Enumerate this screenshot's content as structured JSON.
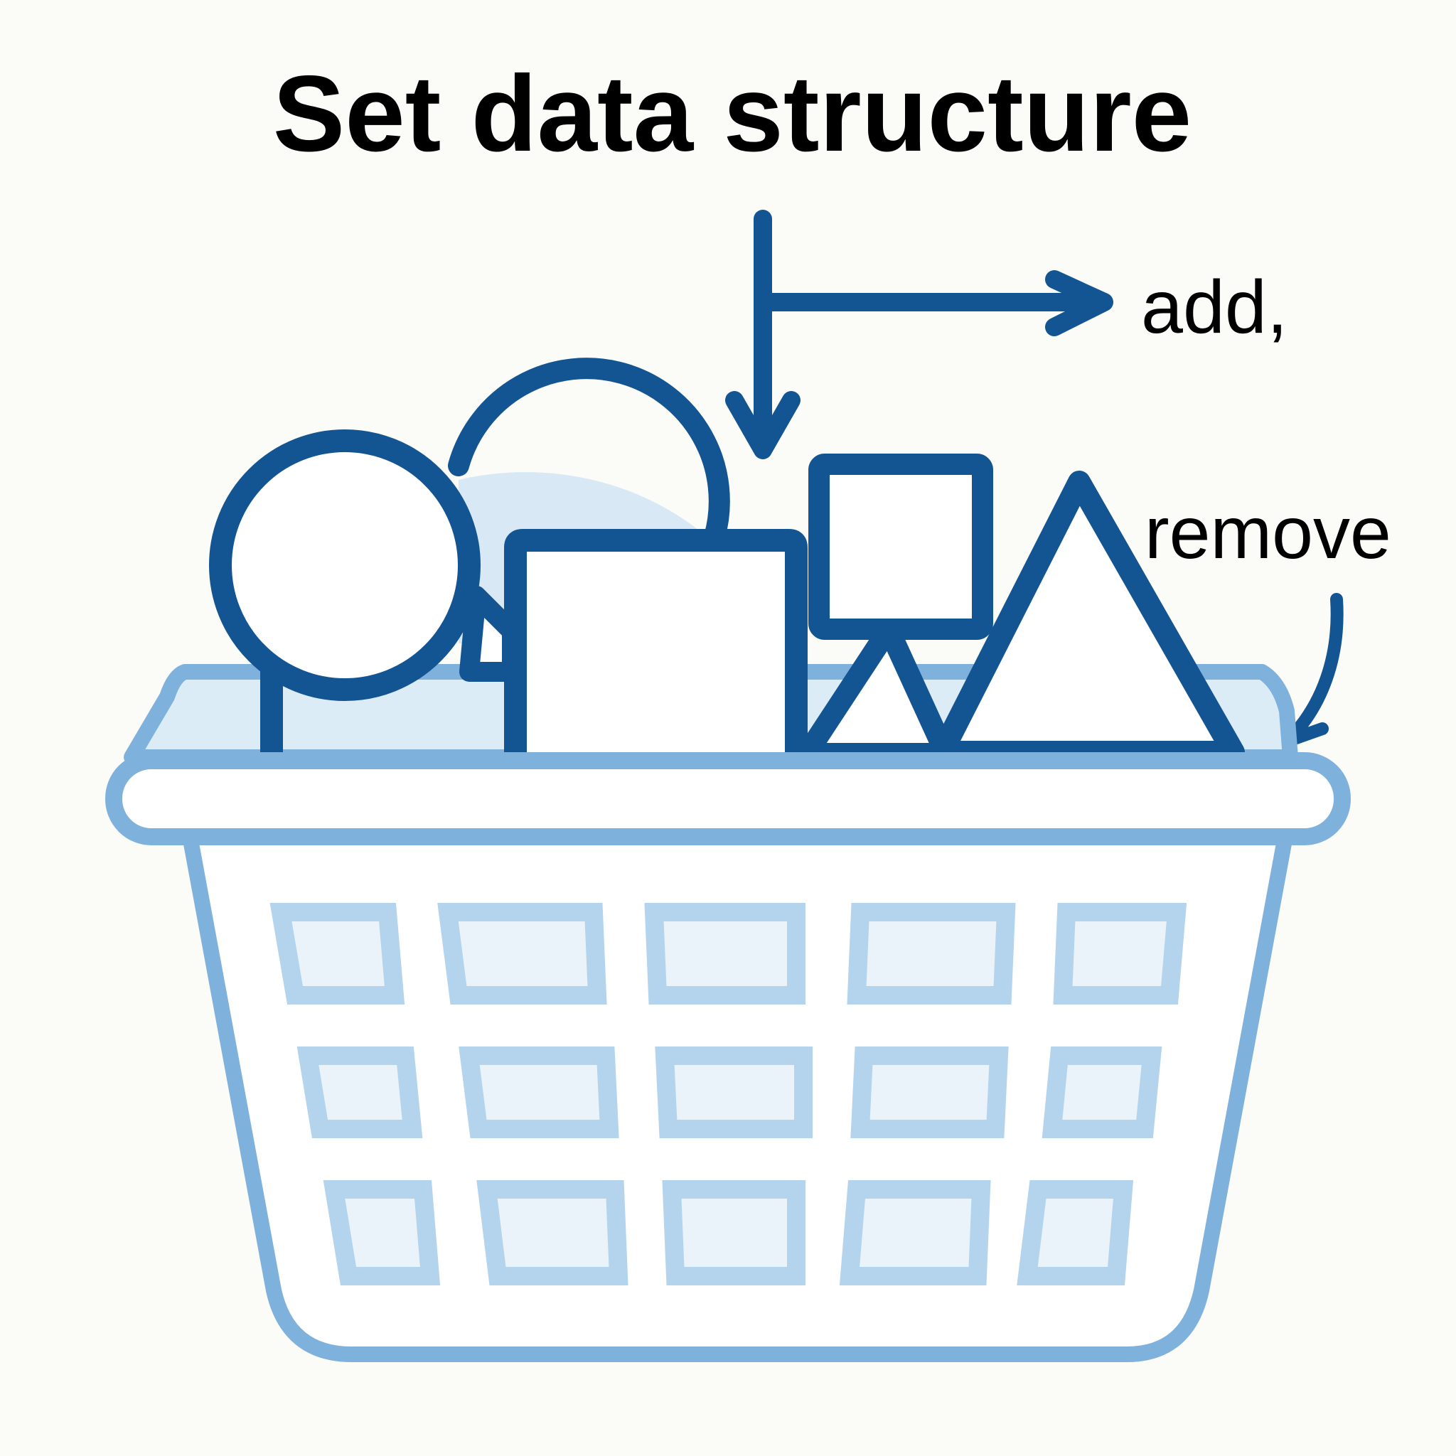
{
  "title": "Set data structure",
  "labels": {
    "add": "add,",
    "remove": "remove"
  },
  "colors": {
    "background": "#fbfbf7",
    "dark_blue": "#135592",
    "light_blue": "#7fb1dd",
    "pale_blue": "#d8e9f5",
    "grid_cell": "#b4d4ee",
    "white": "#ffffff",
    "text": "#000000"
  },
  "icons": [
    "circle-shape",
    "semicircle-shape",
    "square-shape",
    "small-square-shape",
    "triangle-shape",
    "basket-icon"
  ]
}
